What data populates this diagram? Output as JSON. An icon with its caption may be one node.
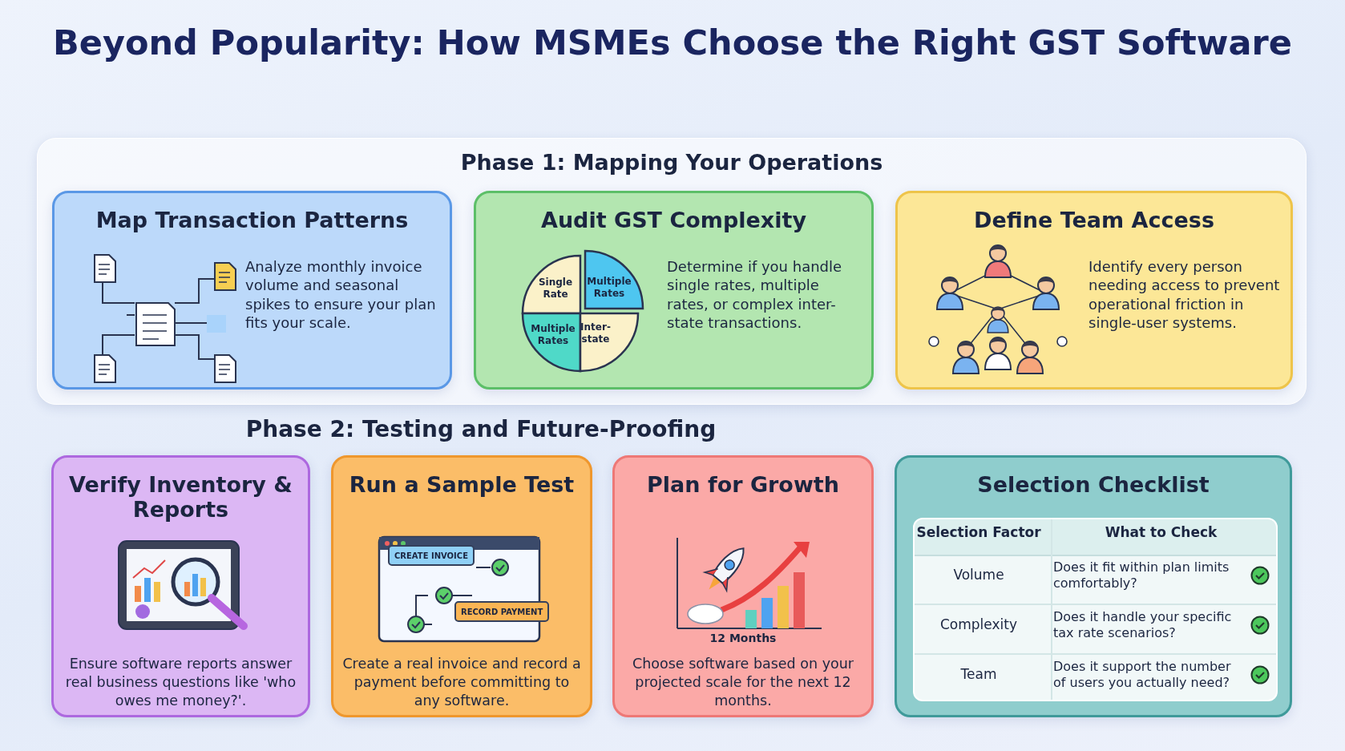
{
  "diagram": {
    "title": "Beyond Popularity: How MSMEs Choose the Right GST Software",
    "nodes": [
      {
        "text": [
          "Phase 1: Mapping Your Operations"
        ]
      },
      {
        "text": [
          "Map Transaction Patterns",
          "Analyze monthly invoice volume and seasonal spikes to ensure your plan fits your scale."
        ],
        "in": 0
      },
      {
        "text": [
          "Audit GST Complexity",
          "Determine if you handle single rates, multiple rates, or complex inter-state transactions."
        ],
        "in": 0
      },
      {
        "text": [
          "Define Team Access",
          "Identify every person needing access to prevent operational friction in single-user systems."
        ],
        "in": 0
      },
      {
        "text": [
          "Verify Inventory & Reports",
          "Ensure software reports answer real business questions like 'who owes me money?'."
        ]
      },
      {
        "text": [
          "Run a Sample Test",
          "Create a real invoice and record a payment before committing to any software."
        ]
      },
      {
        "text": [
          "Plan for Growth",
          "Choose software based on your projected scale for the next 12 months."
        ]
      },
      {
        "text": [
          "Selection Checklist"
        ]
      }
    ],
    "edges": [],
    "labels": [
      "Phase 2: Testing and Future-Proofing",
      "Single Rate",
      "Multiple Rates",
      "Multiple Rates",
      "Inter-state",
      "CREATE INVOICE",
      "RECORD PAYMENT",
      "12 Months",
      "Selection Factor",
      "What to Check",
      "Volume",
      "Does it fit within plan limits comfortably?",
      "Complexity",
      "Does it handle your specific tax rate scenarios?",
      "Team",
      "Does it support the number of users you actually need?"
    ]
  }
}
